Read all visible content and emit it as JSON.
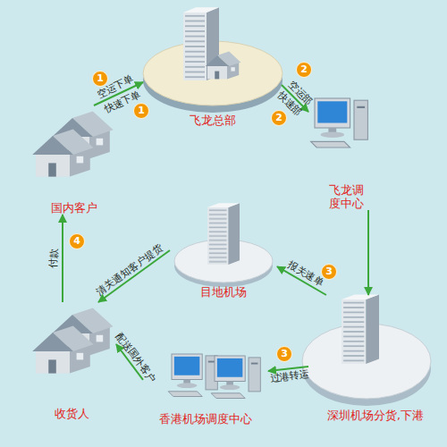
{
  "diagram": {
    "nodes": [
      {
        "text": [
          "飞龙总部"
        ]
      },
      {
        "text": [
          "国内客户"
        ]
      },
      {
        "text": [
          "飞龙调度中心"
        ]
      },
      {
        "text": [
          "目地机场"
        ]
      },
      {
        "text": [
          "收货人"
        ]
      },
      {
        "text": [
          "香港机场调度中心"
        ]
      },
      {
        "text": [
          "深圳机场分货,下港"
        ]
      }
    ],
    "edges": [
      {
        "from": 1,
        "to": 0,
        "label": "空运下单",
        "arrow": "to"
      },
      {
        "from": 0,
        "to": 2,
        "label": "空运部",
        "arrow": "to"
      },
      {
        "from": 2,
        "to": 6,
        "arrow": "to"
      },
      {
        "from": 6,
        "to": 3,
        "label": "报关速单",
        "arrow": "to"
      },
      {
        "from": 6,
        "to": 5,
        "label": "过港转运",
        "arrow": "to"
      },
      {
        "from": 5,
        "to": 4,
        "label": "配送国外客户",
        "arrow": "to"
      },
      {
        "from": 3,
        "to": 4,
        "label": "清关通知客户提货",
        "arrow": "to"
      },
      {
        "from": 4,
        "to": 1,
        "label": "付款",
        "arrow": "to"
      }
    ],
    "labels": [
      "1",
      "1",
      "快速下单",
      "2",
      "2",
      "快速部",
      "3",
      "3",
      "4"
    ]
  }
}
